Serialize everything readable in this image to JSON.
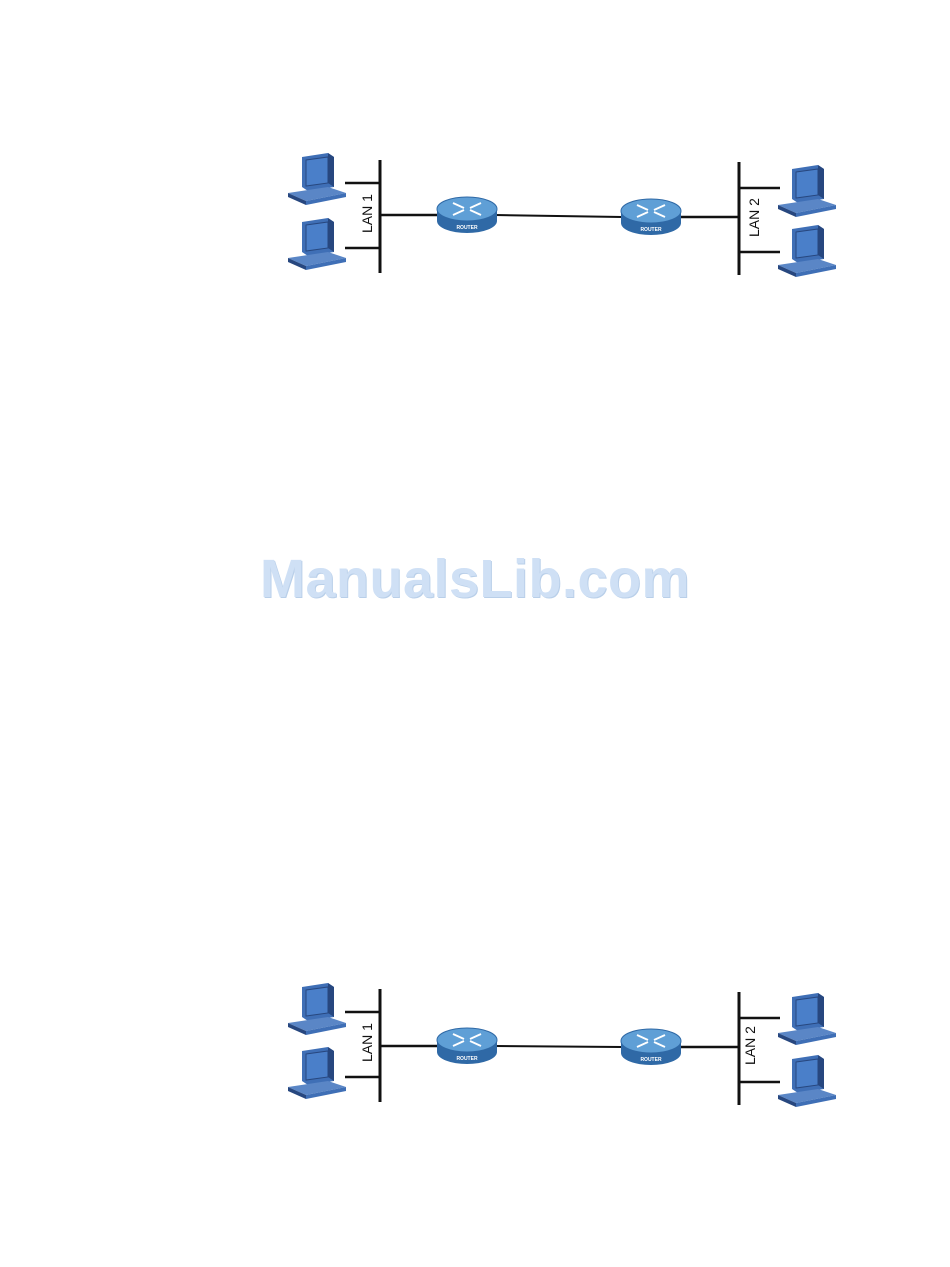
{
  "diagrams": [
    {
      "lan_left": "LAN 1",
      "lan_right": "LAN 2",
      "router_left": "ROUTER",
      "router_right": "ROUTER"
    },
    {
      "lan_left": "LAN 1",
      "lan_right": "LAN 2",
      "router_left": "ROUTER",
      "router_right": "ROUTER"
    }
  ],
  "watermark": "ManualsLib.com",
  "colors": {
    "device_blue": "#3f6fb6",
    "device_dark": "#27477f",
    "screen": "#4a7fc9",
    "router_body": "#3e7fbd",
    "router_top": "#5f9fd6",
    "line": "#111111",
    "watermark": "#cfe0f5"
  }
}
